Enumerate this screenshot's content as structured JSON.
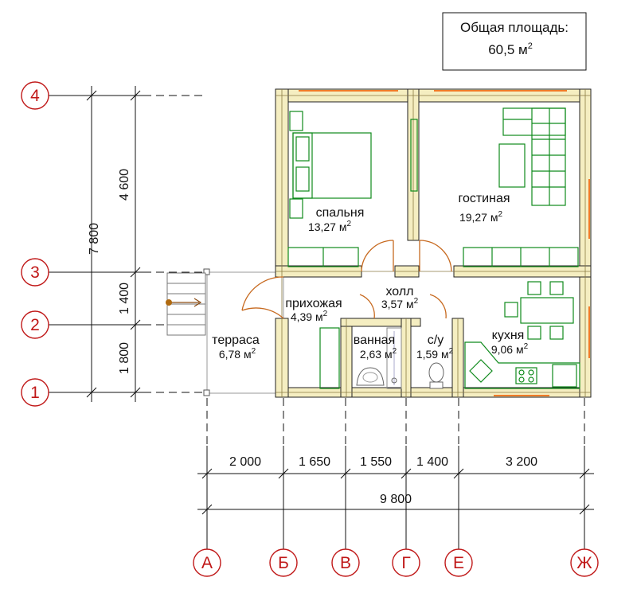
{
  "total_area": {
    "title": "Общая площадь:",
    "value": "60,5 м",
    "sup": "2"
  },
  "rooms": [
    {
      "name": "спальня",
      "area": "13,27 м",
      "sup": "2"
    },
    {
      "name": "гостиная",
      "area": "19,27 м",
      "sup": "2"
    },
    {
      "name": "прихожая",
      "area": "4,39 м",
      "sup": "2"
    },
    {
      "name": "холл",
      "area": "3,57 м",
      "sup": "2"
    },
    {
      "name": "ванная",
      "area": "2,63 м",
      "sup": "2"
    },
    {
      "name": "с/у",
      "area": "1,59 м",
      "sup": "2"
    },
    {
      "name": "кухня",
      "area": "9,06 м",
      "sup": "2"
    },
    {
      "name": "терраса",
      "area": "6,78 м",
      "sup": "2"
    }
  ],
  "row_axes": [
    "4",
    "3",
    "2",
    "1"
  ],
  "col_axes": [
    "А",
    "Б",
    "В",
    "Г",
    "Е",
    "Ж"
  ],
  "vertical_dimensions": [
    "4 600",
    "1 400",
    "1 800"
  ],
  "vertical_total": "7 800",
  "horizontal_dimensions": [
    "2 000",
    "1 650",
    "1 550",
    "1 400",
    "3 200"
  ],
  "horizontal_total": "9 800",
  "colors": {
    "axis": "#c01818",
    "wall": "#f5eec1",
    "furniture": "#0f8a1c",
    "window": "#f07a28",
    "door": "#c76a20"
  }
}
